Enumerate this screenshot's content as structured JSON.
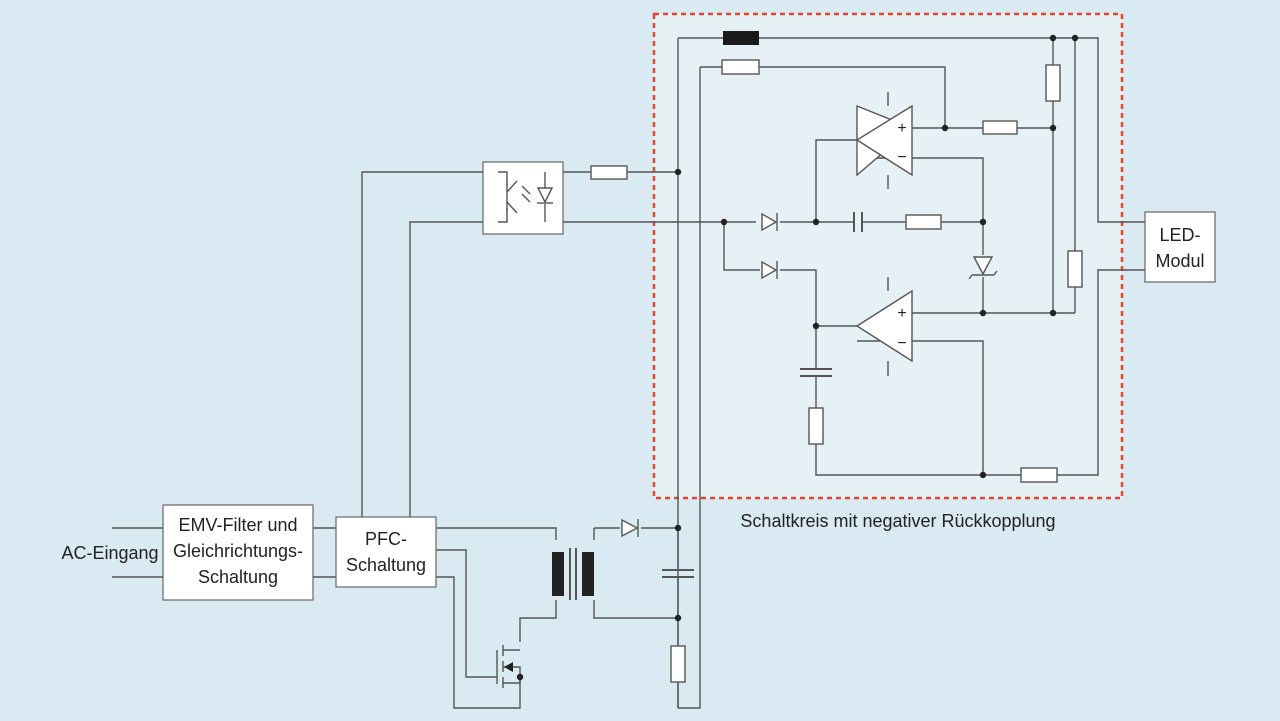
{
  "labels": {
    "ac_input": "AC-Eingang",
    "emv_line1": "EMV-Filter und",
    "emv_line2": "Gleichrichtungs-",
    "emv_line3": "Schaltung",
    "pfc_line1": "PFC-",
    "pfc_line2": "Schaltung",
    "led_line1": "LED-",
    "led_line2": "Modul",
    "feedback_caption": "Schaltkreis mit negativer Rückkopplung",
    "opamp_plus": "+",
    "opamp_minus": "−"
  },
  "colors": {
    "background": "#d9eaf2",
    "feedback_region_fill": "#e6f1f5",
    "feedback_region_border": "#e2462c",
    "wire": "#555555"
  }
}
